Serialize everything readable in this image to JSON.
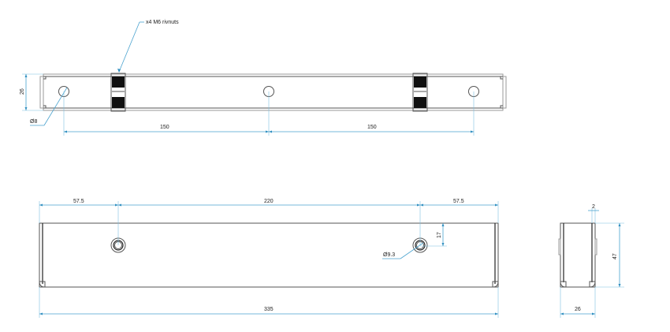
{
  "drawing": {
    "colors": {
      "part_outline": "#555555",
      "dimension_line": "#4aa3cf",
      "rivnut_fill": "#111111",
      "background": "#ffffff"
    },
    "top_view": {
      "callout_rivnuts": "x4 M6 rivnuts",
      "dim_height": "26",
      "dim_hole_dia": "Ø8",
      "dim_left_span": "150",
      "dim_right_span": "150"
    },
    "front_view": {
      "dim_left_offset": "57.5",
      "dim_hole_spacing": "220",
      "dim_right_offset": "57.5",
      "dim_hole_height": "17",
      "dim_hole_dia": "Ø9.3",
      "dim_overall_length": "335"
    },
    "side_view": {
      "dim_wall_thickness": "2",
      "dim_height": "47",
      "dim_width": "26"
    }
  }
}
